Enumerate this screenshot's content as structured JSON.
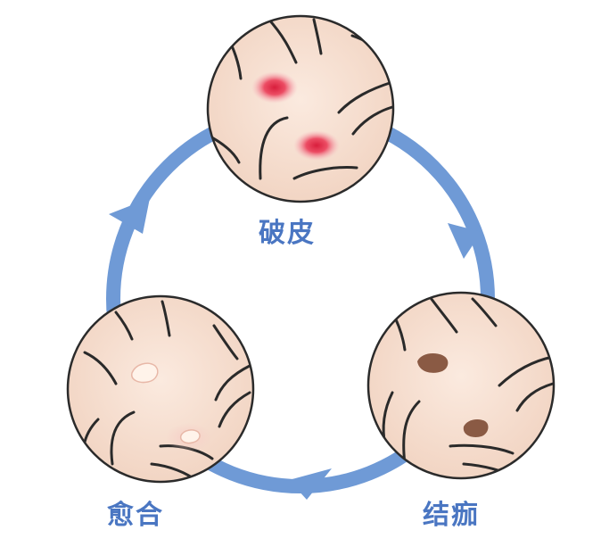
{
  "diagram": {
    "stages": [
      {
        "id": "top",
        "label": "破皮"
      },
      {
        "id": "right",
        "label": "结痂"
      },
      {
        "id": "left",
        "label": "愈合"
      }
    ],
    "colors": {
      "cycle_ring": "#6f9ad6",
      "label_text": "#4a76c2",
      "skin": "#f7e1d2",
      "skin_edge": "#2b2b2b",
      "hair": "#2a2a2a",
      "wound": "#e8334f",
      "scab": "#8a5a44",
      "healed": "#fff3ea"
    },
    "icons": [
      "wound-skin-icon",
      "scab-skin-icon",
      "healed-skin-icon",
      "cycle-arrow-icon"
    ]
  }
}
